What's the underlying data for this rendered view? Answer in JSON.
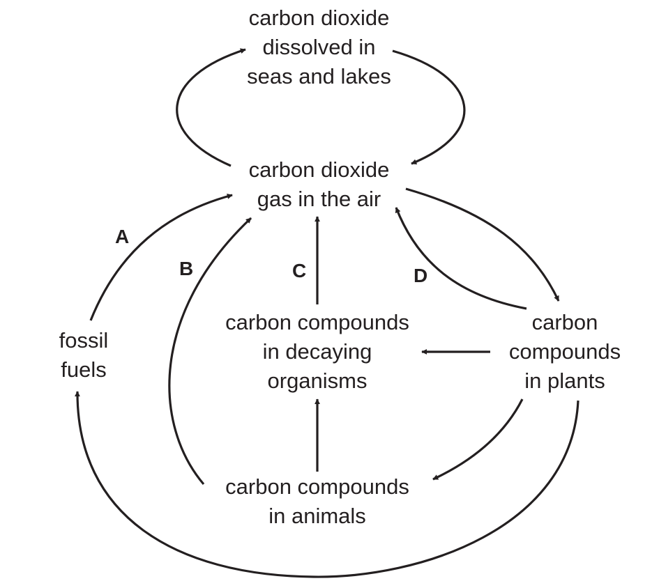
{
  "diagram": {
    "title": "Carbon cycle",
    "nodes": {
      "dissolved": {
        "lines": [
          "carbon dioxide",
          "dissolved in",
          "seas and lakes"
        ]
      },
      "air": {
        "lines": [
          "carbon dioxide",
          "gas in the air"
        ]
      },
      "fossil": {
        "lines": [
          "fossil",
          "fuels"
        ]
      },
      "decaying": {
        "lines": [
          "carbon compounds",
          "in decaying",
          "organisms"
        ]
      },
      "plants": {
        "lines": [
          "carbon",
          "compounds",
          "in plants"
        ]
      },
      "animals": {
        "lines": [
          "carbon compounds",
          "in animals"
        ]
      }
    },
    "process_labels": {
      "A": "A",
      "B": "B",
      "C": "C",
      "D": "D"
    },
    "edges": [
      {
        "from": "air",
        "to": "dissolved",
        "label": ""
      },
      {
        "from": "dissolved",
        "to": "air",
        "label": ""
      },
      {
        "from": "fossil",
        "to": "air",
        "label": "A"
      },
      {
        "from": "animals",
        "to": "air",
        "label": "B"
      },
      {
        "from": "decaying",
        "to": "air",
        "label": "C"
      },
      {
        "from": "plants",
        "to": "air",
        "label": "D"
      },
      {
        "from": "air",
        "to": "plants",
        "label": ""
      },
      {
        "from": "plants",
        "to": "decaying",
        "label": ""
      },
      {
        "from": "animals",
        "to": "decaying",
        "label": ""
      },
      {
        "from": "plants",
        "to": "animals",
        "label": ""
      },
      {
        "from": "plants",
        "to": "fossil",
        "label": ""
      }
    ],
    "colors": {
      "ink": "#231f20",
      "background": "#ffffff"
    }
  }
}
